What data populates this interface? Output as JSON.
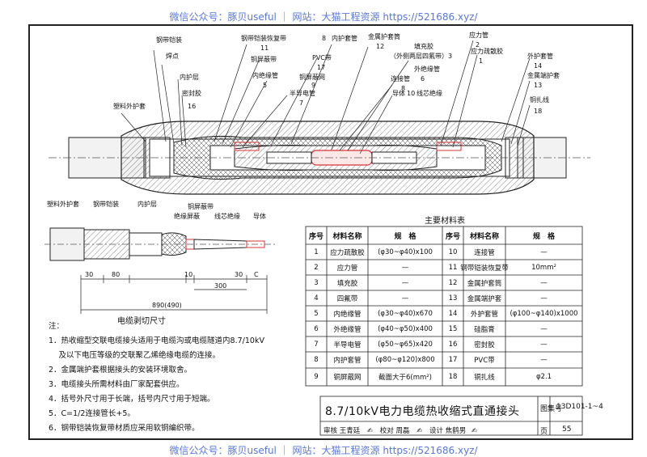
{
  "watermark_top": "微信公众号：豚贝useful ｜ 网站：大猫工程资源 https://521686.xyz/",
  "watermark_bottom": "微信公众号：豚贝useful ｜ 网站：大猫工程资源 https://521686.xyz/",
  "labels": {
    "steel_armor": "钢带铠装",
    "solder_point": "焊点",
    "inner_sheath": "内护层",
    "sealant": "密封胶",
    "sealant_no": "16",
    "plastic_sheath": "塑料外护套",
    "steel_armor_recovery": "钢带铠装恢复带",
    "n11": "11",
    "copper_shield_tape": "铜屏蔽带",
    "inner_insulation_tube": "内绝缘管",
    "n5": "5",
    "pvc_tape": "PVC带",
    "n17": "17",
    "copper_shield_mesh": "铜屏蔽网",
    "n9": "9",
    "semicon_tube": "半导电管",
    "n7": "7",
    "metal_sheath_tube": "金属护套筒",
    "n12": "12",
    "filler": "填充胶",
    "filler_note": "（外侧两层四氟带）3",
    "connector_tube": "连接管",
    "n8": "8",
    "outer_insulation_tube": "外绝缘管",
    "n6": "6",
    "conductor": "导体",
    "n10": "10",
    "core_insulation": "线芯绝缘",
    "stress_tube": "应力管",
    "n2": "2",
    "stress_sealant": "应力疏散胶",
    "n1": "1",
    "outer_sheath_tube": "外护套管",
    "n14": "14",
    "metal_end_cap": "金属端护套",
    "n13": "13",
    "copper_tie_wire": "铜扎线",
    "n18": "18"
  },
  "cut_labels": {
    "plastic_sheath": "塑料外护套",
    "steel_armor": "钢带铠装",
    "inner_sheath": "内护层",
    "copper_shield_tape": "铜屏蔽带",
    "insulation_shield": "绝缘屏蔽",
    "core_insulation": "线芯绝缘",
    "conductor": "导体",
    "d30": "30",
    "d80": "80",
    "d10": "10",
    "d300": "300",
    "d30b": "30",
    "dC": "C",
    "d890": "890(490)",
    "title": "电缆剥切尺寸"
  },
  "table": {
    "title": "主要材料表",
    "headers": [
      "序号",
      "材料名称",
      "规　格",
      "序号",
      "材料名称",
      "规　格"
    ],
    "rows": [
      [
        "1",
        "应力疏散胶",
        "(φ30~φ40)x100",
        "10",
        "连接管",
        "—"
      ],
      [
        "2",
        "应力管",
        "—",
        "11",
        "钢带铠装恢复带",
        "10mm²"
      ],
      [
        "3",
        "填充胶",
        "—",
        "12",
        "金属护套筒",
        "—"
      ],
      [
        "4",
        "四氟带",
        "—",
        "13",
        "金属端护套",
        "—"
      ],
      [
        "5",
        "内绝缘管",
        "(φ30~φ40)x670",
        "14",
        "外护套管",
        "(φ100~φ140)x1000"
      ],
      [
        "6",
        "外绝缘管",
        "(φ40~φ50)x400",
        "15",
        "硅脂膏",
        "—"
      ],
      [
        "7",
        "半导电管",
        "(φ50~φ65)x420",
        "16",
        "密封胶",
        "—"
      ],
      [
        "8",
        "内护套管",
        "(φ80~φ120)x800",
        "17",
        "PVC带",
        "—"
      ],
      [
        "9",
        "铜屏蔽网",
        "截面大于6(mm²)",
        "18",
        "铜扎线",
        "φ2.1"
      ]
    ]
  },
  "notes": {
    "head": "注：",
    "items": [
      "1．热收缩型交联电缆接头适用于电缆沟或电缆隧道内8.7/10kV",
      "　 及以下电压等级的交联聚乙烯绝缘电缆的连接。",
      "2．金属端护套根据接头的安装环境取舍。",
      "3．电缆接头所需材料由厂家配套供应。",
      "4．括号外尺寸用于长端，括号内尺寸用于短端。",
      "5．C=1/2连接管长+5。",
      "6．钢带铠装恢复带材质应采用软铜编织带。"
    ]
  },
  "title_block": {
    "main_title": "8.7/10kV电力电缆热收缩式直通接头",
    "atlas_label": "图集号",
    "atlas_no": "13D101-1~4",
    "review": "审核",
    "reviewer": "王青廷",
    "check": "校对",
    "checker": "周磊",
    "design": "设计",
    "designer": "焦鹤男",
    "page_label": "页",
    "page_no": "55"
  }
}
